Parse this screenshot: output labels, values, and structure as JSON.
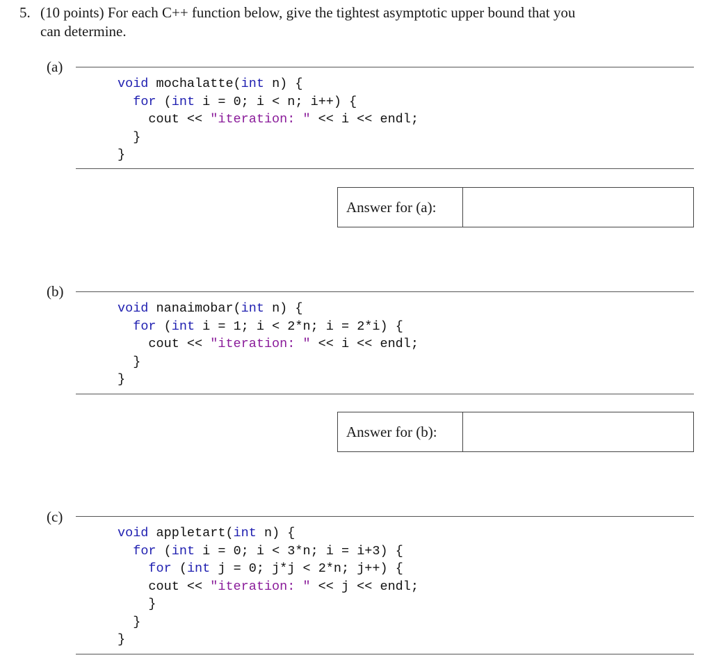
{
  "question": {
    "number": "5.",
    "text": "(10 points) For each C++ function below, give the tightest asymptotic upper bound that you",
    "text_cont": "can determine."
  },
  "parts": [
    {
      "label": "(a)",
      "code": [
        [
          {
            "t": "void",
            "c": "kw"
          },
          {
            "t": " mochalatte("
          },
          {
            "t": "int",
            "c": "kw"
          },
          {
            "t": " n) {"
          }
        ],
        [
          {
            "t": "  "
          },
          {
            "t": "for",
            "c": "kw"
          },
          {
            "t": " ("
          },
          {
            "t": "int",
            "c": "kw"
          },
          {
            "t": " i = 0; i < n; i++) {"
          }
        ],
        [
          {
            "t": "    cout << "
          },
          {
            "t": "\"iteration: \"",
            "c": "str"
          },
          {
            "t": " << i << endl;"
          }
        ],
        [
          {
            "t": "  }"
          }
        ],
        [
          {
            "t": "}"
          }
        ]
      ],
      "answer_label": "Answer for (a):"
    },
    {
      "label": "(b)",
      "code": [
        [
          {
            "t": "void",
            "c": "kw"
          },
          {
            "t": " nanaimobar("
          },
          {
            "t": "int",
            "c": "kw"
          },
          {
            "t": " n) {"
          }
        ],
        [
          {
            "t": "  "
          },
          {
            "t": "for",
            "c": "kw"
          },
          {
            "t": " ("
          },
          {
            "t": "int",
            "c": "kw"
          },
          {
            "t": " i = 1; i < 2*n; i = 2*i) {"
          }
        ],
        [
          {
            "t": "    cout << "
          },
          {
            "t": "\"iteration: \"",
            "c": "str"
          },
          {
            "t": " << i << endl;"
          }
        ],
        [
          {
            "t": "  }"
          }
        ],
        [
          {
            "t": "}"
          }
        ]
      ],
      "answer_label": "Answer for (b):"
    },
    {
      "label": "(c)",
      "code": [
        [
          {
            "t": "void",
            "c": "kw"
          },
          {
            "t": " appletart("
          },
          {
            "t": "int",
            "c": "kw"
          },
          {
            "t": " n) {"
          }
        ],
        [
          {
            "t": "  "
          },
          {
            "t": "for",
            "c": "kw"
          },
          {
            "t": " ("
          },
          {
            "t": "int",
            "c": "kw"
          },
          {
            "t": " i = 0; i < 3*n; i = i+3) {"
          }
        ],
        [
          {
            "t": "    "
          },
          {
            "t": "for",
            "c": "kw"
          },
          {
            "t": " ("
          },
          {
            "t": "int",
            "c": "kw"
          },
          {
            "t": " j = 0; j*j < 2*n; j++) {"
          }
        ],
        [
          {
            "t": "    cout << "
          },
          {
            "t": "\"iteration: \"",
            "c": "str"
          },
          {
            "t": " << j << endl;"
          }
        ],
        [
          {
            "t": "    }"
          }
        ],
        [
          {
            "t": "  }"
          }
        ],
        [
          {
            "t": "}"
          }
        ]
      ]
    }
  ]
}
